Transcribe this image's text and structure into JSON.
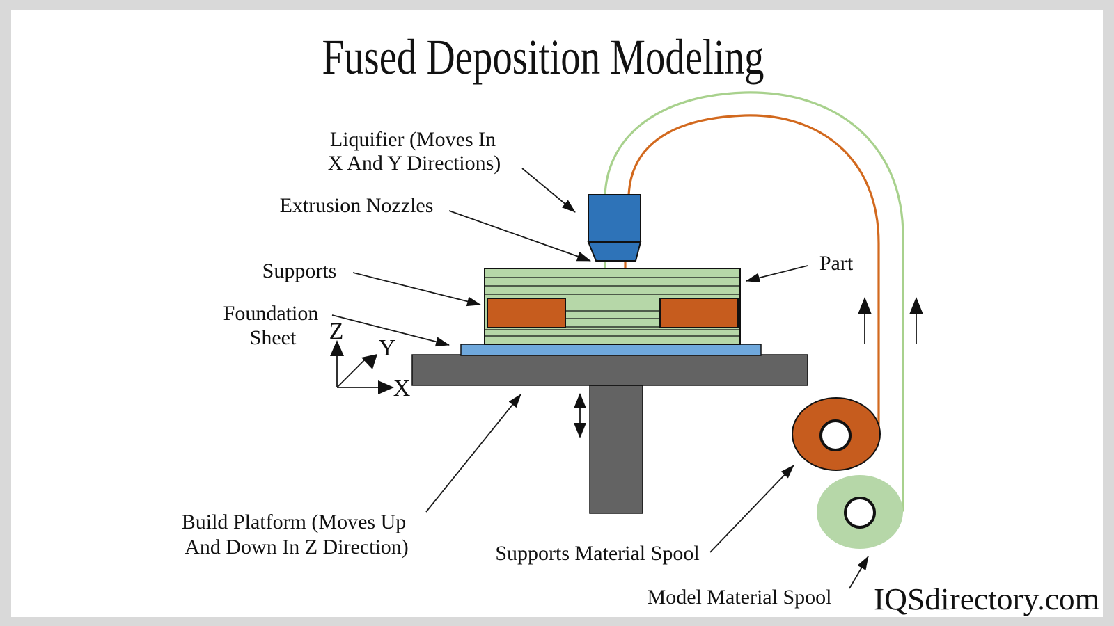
{
  "title": "Fused Deposition Modeling",
  "watermark": "IQSdirectory.com",
  "labels": {
    "liquifier": [
      "Liquifier (Moves In",
      "X And Y Directions)"
    ],
    "extrusion_nozzles": "Extrusion Nozzles",
    "supports": "Supports",
    "foundation_sheet": [
      "Foundation",
      "Sheet"
    ],
    "part": "Part",
    "build_platform": [
      "Build Platform (Moves Up",
      "And Down In Z Direction)"
    ],
    "supports_material_spool": "Supports Material Spool",
    "model_material_spool": "Model Material Spool"
  },
  "axes": {
    "z": "Z",
    "y": "Y",
    "x": "X"
  },
  "icons": [
    "leader-arrow-icon",
    "up-arrow-icon",
    "up-down-arrow-icon",
    "axis-arrow-icon"
  ],
  "colors": {
    "liquifier_blue": "#2e73b8",
    "foundation_blue": "#6fa8dc",
    "part_green": "#b6d7a8",
    "support_orange": "#c65c1e",
    "platform_gray": "#636363",
    "filament_green": "#a8d18d",
    "filament_orange": "#d2691e",
    "frame_gray": "#d9d9d9",
    "canvas_white": "#ffffff",
    "line_black": "#111111"
  }
}
